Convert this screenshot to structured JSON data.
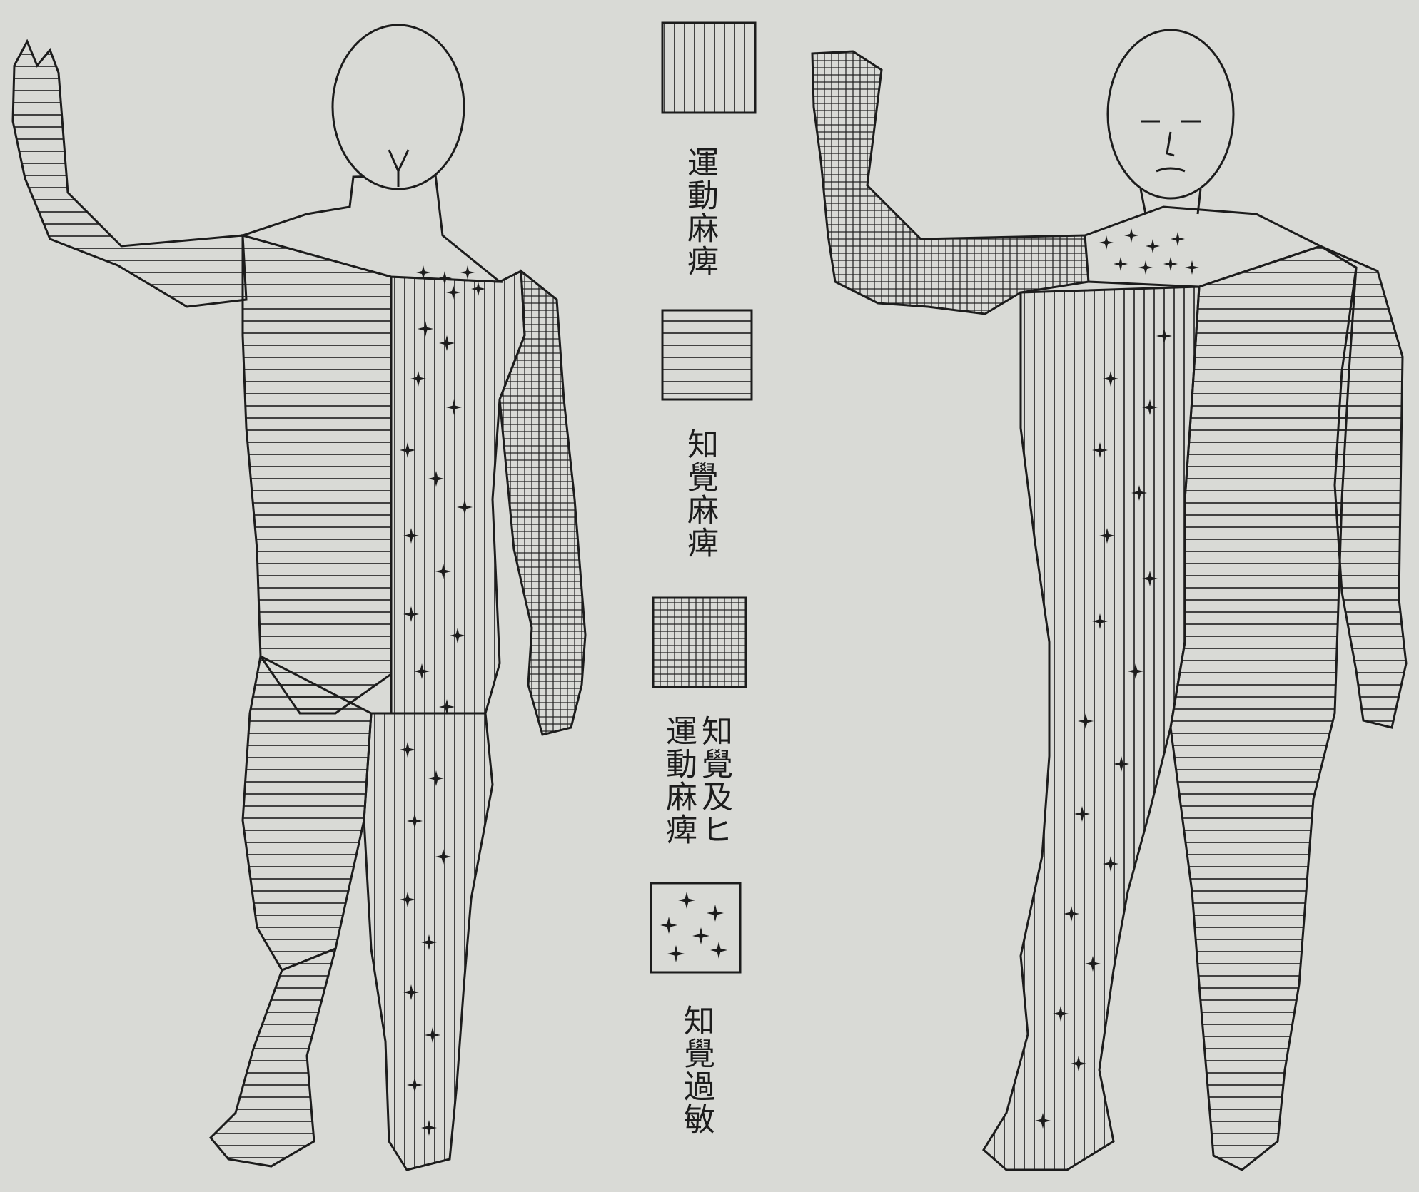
{
  "colors": {
    "paper": "#d9dad6",
    "ink": "#1c1c1c"
  },
  "figures": [
    {
      "name": "back-view-figure",
      "view": "back"
    },
    {
      "name": "front-view-figure",
      "view": "front"
    }
  ],
  "legend": {
    "items": [
      {
        "pattern": "vertical-lines",
        "label": "運動麻痺"
      },
      {
        "pattern": "horizontal-lines",
        "label": "知覺麻痺"
      },
      {
        "pattern": "grid",
        "label": "知覺及ヒ運動麻痺"
      },
      {
        "pattern": "stars",
        "label": "知覺過敏"
      }
    ]
  }
}
